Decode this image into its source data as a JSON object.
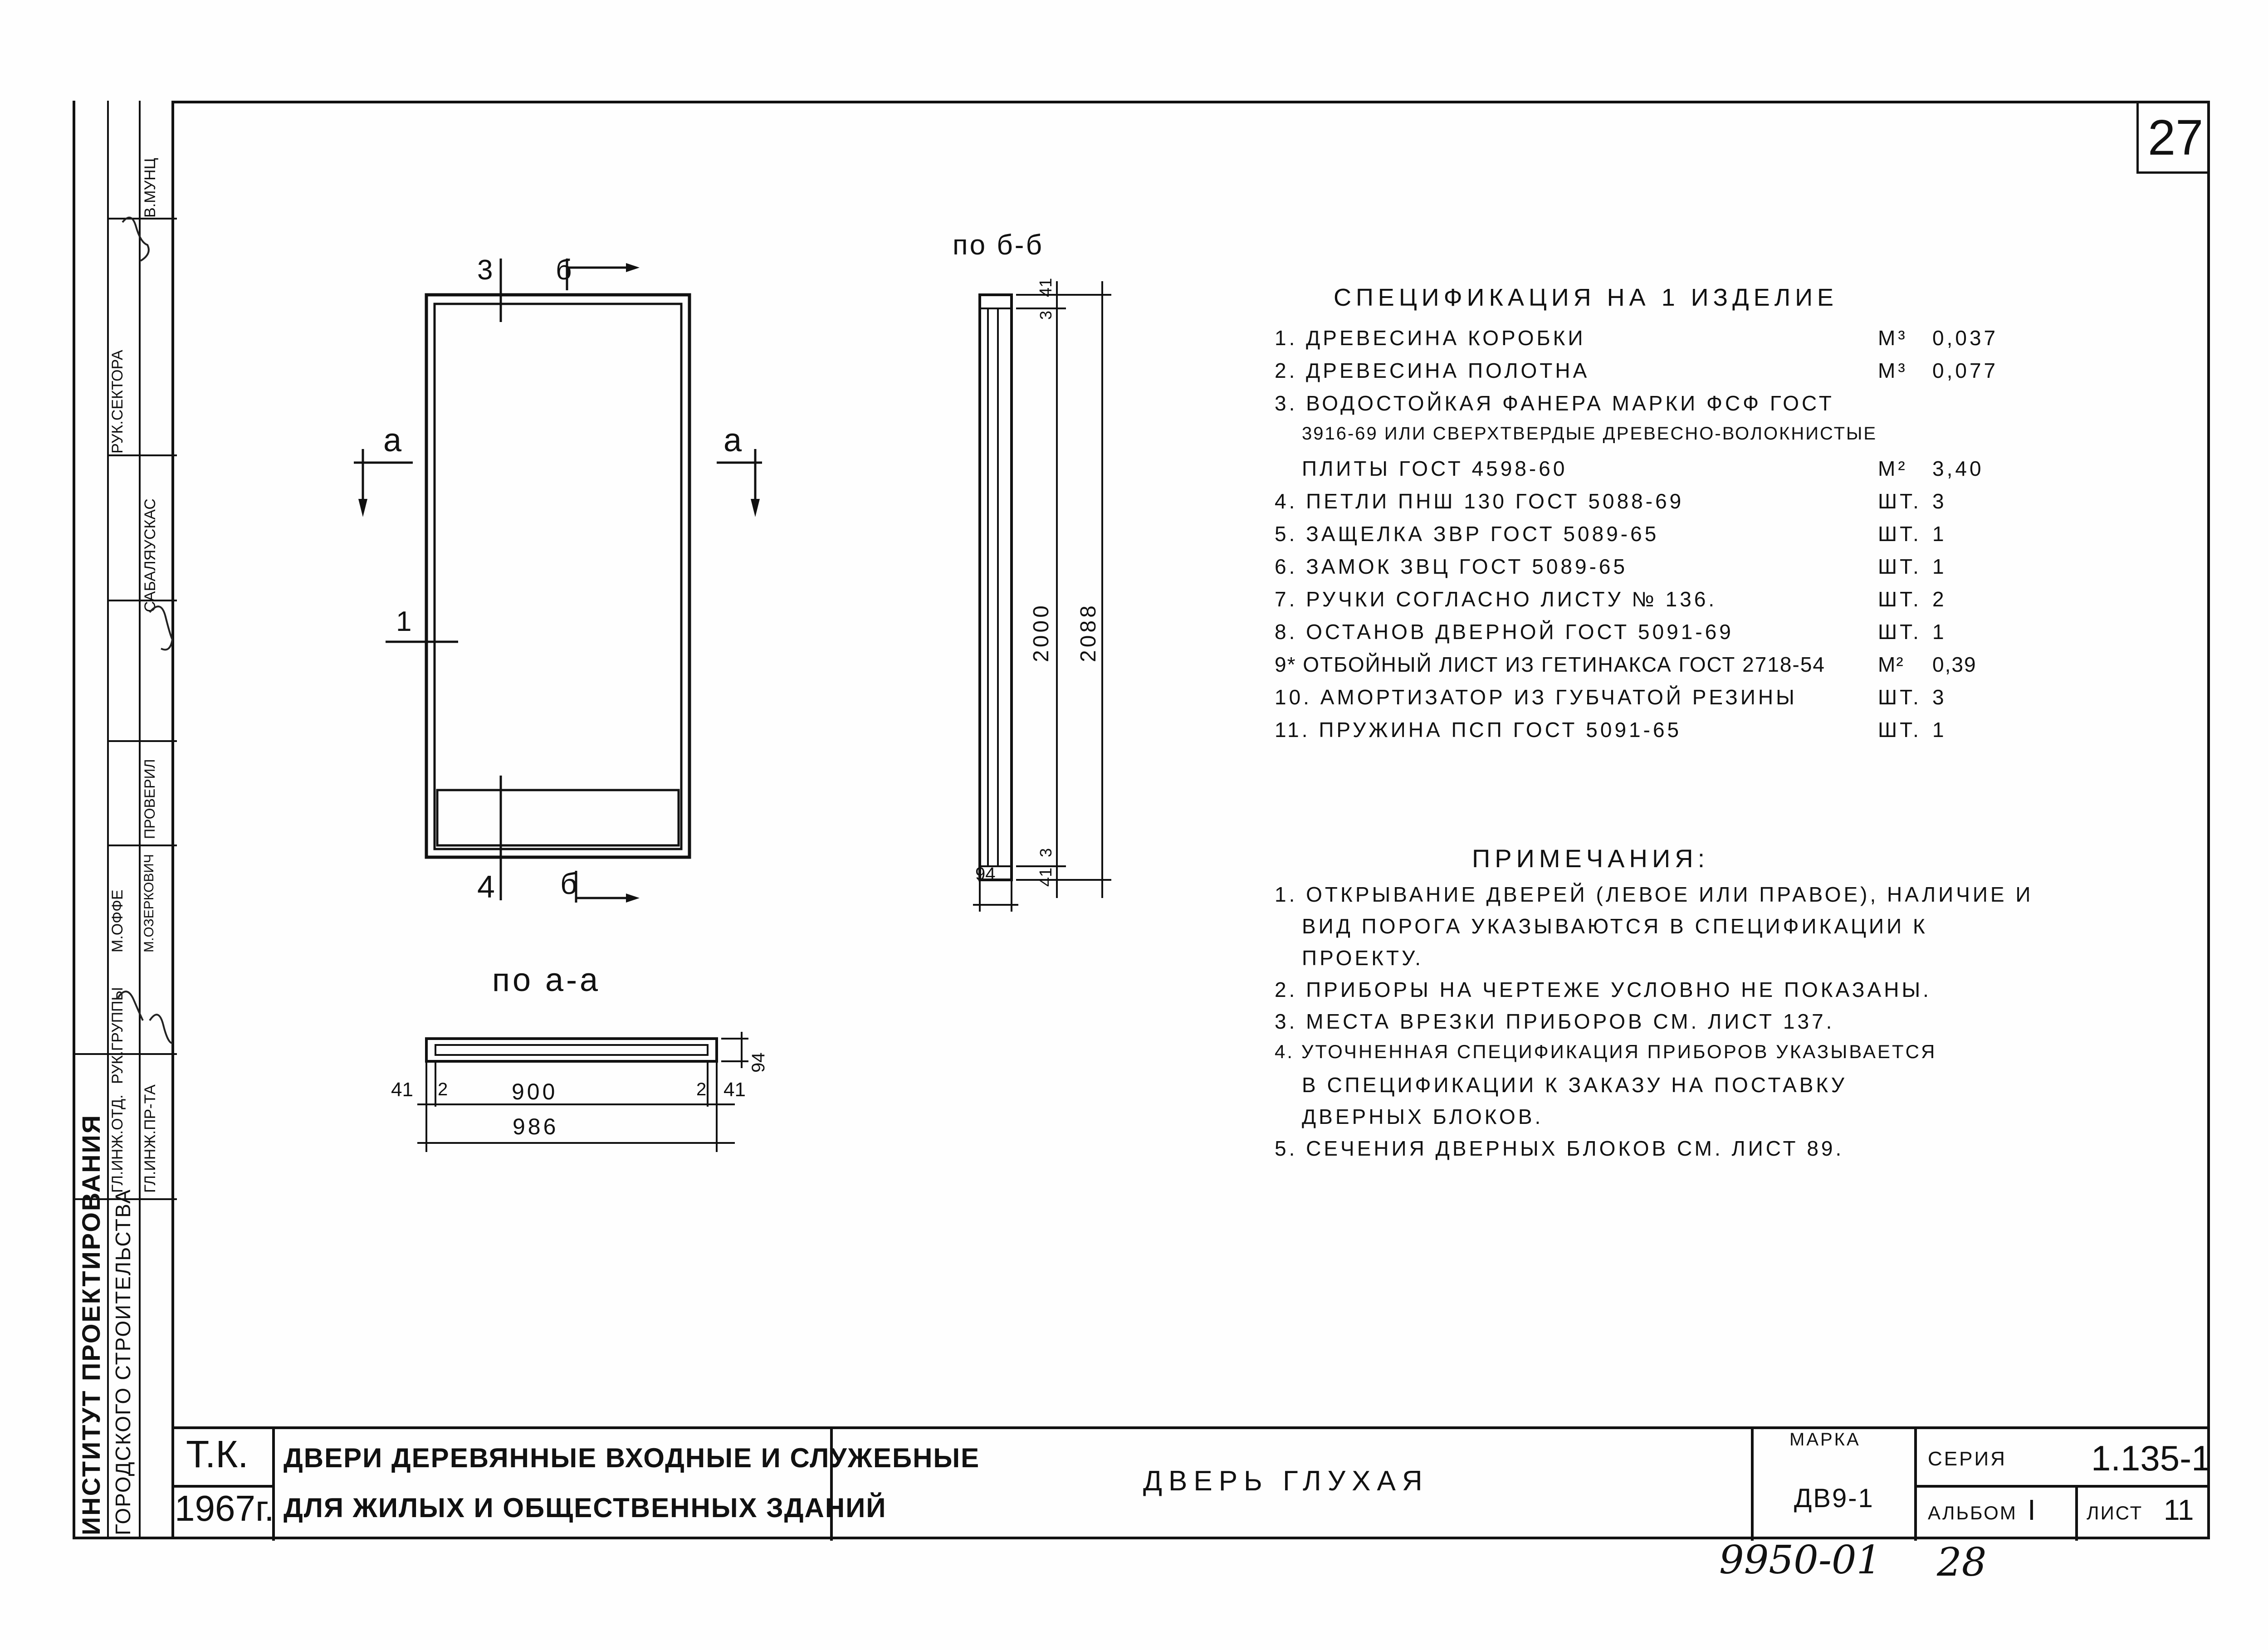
{
  "sheet": {
    "page_number": "27",
    "bottom_handwritten_left": "9950-01",
    "bottom_handwritten_right": "28"
  },
  "side_stamp": {
    "institute_line1": "ИНСТИТУТ ПРОЕКТИРОВАНИЯ",
    "institute_line2": "ГОРОДСКОГО СТРОИТЕЛЬСТВА",
    "roles": [
      {
        "role": "ГЛ.ИНЖ.ОТД.",
        "name": "М.ОФФЕ"
      },
      {
        "role": "РУК.ГРУППЫ",
        "name": "М.ОЗЕРКОВИЧ"
      },
      {
        "role": "ГЛ.ИНЖ.ПР-ТА",
        "name": "М.ОЗЕРКОВИЧ"
      },
      {
        "role": "ПРОВЕРИЛ",
        "name": "САБАЛЯУСКАС"
      },
      {
        "role": "РУК.СЕКТОРА",
        "name": "В.МУНЦ"
      }
    ]
  },
  "drawing": {
    "front_marks": {
      "top_left": "3",
      "top_right": "б",
      "left": "а",
      "right": "а",
      "side": "1",
      "bottom_left": "4",
      "bottom_right": "б"
    },
    "section_aa": {
      "title": "по а-а",
      "dims": {
        "left_frame": "41",
        "left_gap": "2",
        "width": "900",
        "right_gap": "2",
        "right_frame": "41",
        "overall": "986",
        "thickness": "94"
      }
    },
    "section_bb": {
      "title": "по б-б",
      "dims": {
        "top_frame": "41",
        "top_gap": "3",
        "height": "2000",
        "overall": "2088",
        "bottom_gap": "3",
        "bottom_frame": "41",
        "thickness": "94"
      }
    }
  },
  "specification": {
    "title": "СПЕЦИФИКАЦИЯ НА 1 ИЗДЕЛИЕ",
    "rows": [
      {
        "text": "1. ДРЕВЕСИНА КОРОБКИ",
        "unit": "М³",
        "qty": "0,037"
      },
      {
        "text": "2. ДРЕВЕСИНА ПОЛОТНА",
        "unit": "М³",
        "qty": "0,077"
      },
      {
        "text": "3. ВОДОСТОЙКАЯ ФАНЕРА МАРКИ ФСФ ГОСТ",
        "unit": "",
        "qty": ""
      },
      {
        "text": "3916-69 ИЛИ СВЕРХТВЕРДЫЕ ДРЕВЕСНО-ВОЛОКНИСТЫЕ",
        "unit": "",
        "qty": ""
      },
      {
        "text": "ПЛИТЫ ГОСТ 4598-60",
        "unit": "М²",
        "qty": "3,40"
      },
      {
        "text": "4. ПЕТЛИ ПНШ 130 ГОСТ 5088-69",
        "unit": "ШТ.",
        "qty": "3"
      },
      {
        "text": "5. ЗАЩЕЛКА ЗВР ГОСТ 5089-65",
        "unit": "ШТ.",
        "qty": "1"
      },
      {
        "text": "6. ЗАМОК ЗВЦ ГОСТ 5089-65",
        "unit": "ШТ.",
        "qty": "1"
      },
      {
        "text": "7. РУЧКИ СОГЛАСНО ЛИСТУ № 136.",
        "unit": "ШТ.",
        "qty": "2"
      },
      {
        "text": "8. ОСТАНОВ ДВЕРНОЙ ГОСТ 5091-69",
        "unit": "ШТ.",
        "qty": "1"
      },
      {
        "text": "9* ОТБОЙНЫЙ ЛИСТ ИЗ ГЕТИНАКСА ГОСТ 2718-54",
        "unit": "М²",
        "qty": "0,39"
      },
      {
        "text": "10. АМОРТИЗАТОР ИЗ ГУБЧАТОЙ РЕЗИНЫ",
        "unit": "ШТ.",
        "qty": "3"
      },
      {
        "text": "11. ПРУЖИНА ПСП ГОСТ 5091-65",
        "unit": "ШТ.",
        "qty": "1"
      }
    ]
  },
  "notes": {
    "title": "ПРИМЕЧАНИЯ:",
    "lines": [
      "1. ОТКРЫВАНИЕ ДВЕРЕЙ (ЛЕВОЕ ИЛИ ПРАВОЕ), НАЛИЧИЕ И",
      "ВИД ПОРОГА УКАЗЫВАЮТСЯ В СПЕЦИФИКАЦИИ К",
      "ПРОЕКТУ.",
      "2. ПРИБОРЫ НА ЧЕРТЕЖЕ УСЛОВНО НЕ ПОКАЗАНЫ.",
      "3. МЕСТА ВРЕЗКИ ПРИБОРОВ СМ. ЛИСТ 137.",
      "4. УТОЧНЕННАЯ СПЕЦИФИКАЦИЯ ПРИБОРОВ УКАЗЫВАЕТСЯ",
      "В СПЕЦИФИКАЦИИ К ЗАКАЗУ НА ПОСТАВКУ",
      "ДВЕРНЫХ БЛОКОВ.",
      "5. СЕЧЕНИЯ ДВЕРНЫХ БЛОКОВ СМ. ЛИСТ 89."
    ]
  },
  "title_block": {
    "code": "Т.К.",
    "year": "1967г.",
    "project_line1": "ДВЕРИ ДЕРЕВЯННЫЕ ВХОДНЫЕ И СЛУЖЕБНЫЕ",
    "project_line2": "ДЛЯ ЖИЛЫХ И ОБЩЕСТВЕННЫХ ЗДАНИЙ",
    "sheet_title": "ДВЕРЬ ГЛУХАЯ",
    "marka_label": "МАРКА",
    "marka_value": "ДВ9-1",
    "series_label": "СЕРИЯ",
    "series_value": "1.135-1",
    "album_label": "АЛЬБОМ",
    "album_value": "I",
    "list_label": "ЛИСТ",
    "list_value": "11"
  }
}
